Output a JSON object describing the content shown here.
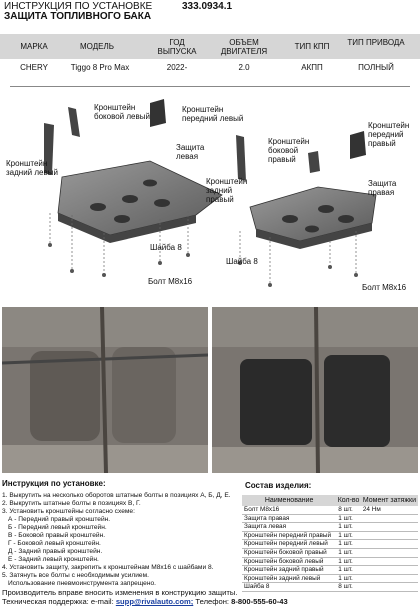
{
  "header": {
    "line1": "ИНСТРУКЦИЯ ПО УСТАНОВКЕ",
    "line2": "ЗАЩИТА ТОПЛИВНОГО БАКА",
    "code": "333.0934.1"
  },
  "spec": {
    "columns": [
      "МАРКА",
      "МОДЕЛЬ",
      "ГОД ВЫПУСКА",
      "ОБЪЕМ ДВИГАТЕЛЯ",
      "ТИП КПП",
      "ТИП ПРИВОДА"
    ],
    "row": [
      "CHERY",
      "Tiggo 8 Pro Max",
      "2022-",
      "2.0",
      "АКПП",
      "ПОЛНЫЙ"
    ]
  },
  "diagram_labels": {
    "bracket_side_left": "Кронштейн боковой левый",
    "bracket_front_left": "Кронштейн передний левый",
    "bracket_front_right": "Кронштейн передний правый",
    "bracket_side_right": "Кронштейн боковой правый",
    "bracket_rear_left": "Кронштейн задний левый",
    "bracket_rear_right": "Кронштейн задний правый",
    "guard_left": "Защита левая",
    "guard_right": "Защита правая",
    "washer_left": "Шайба 8",
    "washer_right": "Шайба 8",
    "bolt_left": "Болт М8х16",
    "bolt_right": "Болт М8х16"
  },
  "instructions": {
    "title": "Инструкция по установке:",
    "lines": [
      "1. Выкрутить на несколько оборотов штатные болты в позициях А, Б, Д, Е.",
      "2. Выкрутить штатные болты в позициях В, Г.",
      "3. Установить кронштейны согласно схеме:",
      "А - Передний правый кронштейн.",
      "Б - Передний левый кронштейн.",
      "В - Боковой правый кронштейн.",
      "Г - Боковой левый кронштейн.",
      "Д - Задний правый кронштейн.",
      "Е - Задний левый кронштейн.",
      "4. Установить защиту, закрепить к кронштейнам М8х16 с шайбами 8.",
      "5. Затянуть все болты с необходимым усилием.",
      "Использование пневмоинструмента запрещено."
    ]
  },
  "contents": {
    "title": "Состав изделия:",
    "headers": [
      "Наименование",
      "Кол-во",
      "Момент затяжки"
    ],
    "rows": [
      [
        "Болт М8х16",
        "8 шт.",
        "24 Нм"
      ],
      [
        "Защита правая",
        "1 шт.",
        ""
      ],
      [
        "Защита левая",
        "1 шт.",
        ""
      ],
      [
        "Кронштейн передний правый",
        "1 шт.",
        ""
      ],
      [
        "Кронштейн передний левый",
        "1 шт.",
        ""
      ],
      [
        "Кронштейн боковой правый",
        "1 шт.",
        ""
      ],
      [
        "Кронштейн боковой левый",
        "1 шт.",
        ""
      ],
      [
        "Кронштейн задний правый",
        "1 шт.",
        ""
      ],
      [
        "Кронштейн задний левый",
        "1 шт.",
        ""
      ],
      [
        "Шайба 8",
        "8 шт.",
        ""
      ]
    ]
  },
  "footer": {
    "line1": "Производитель вправе вносить изменения в конструкцию защиты.",
    "support_label": "Техническая поддержка:  e-mail:",
    "email": "supp@rivalauto.com;",
    "phone_label": "Телефон:",
    "phone": "8-800-555-60-43"
  }
}
